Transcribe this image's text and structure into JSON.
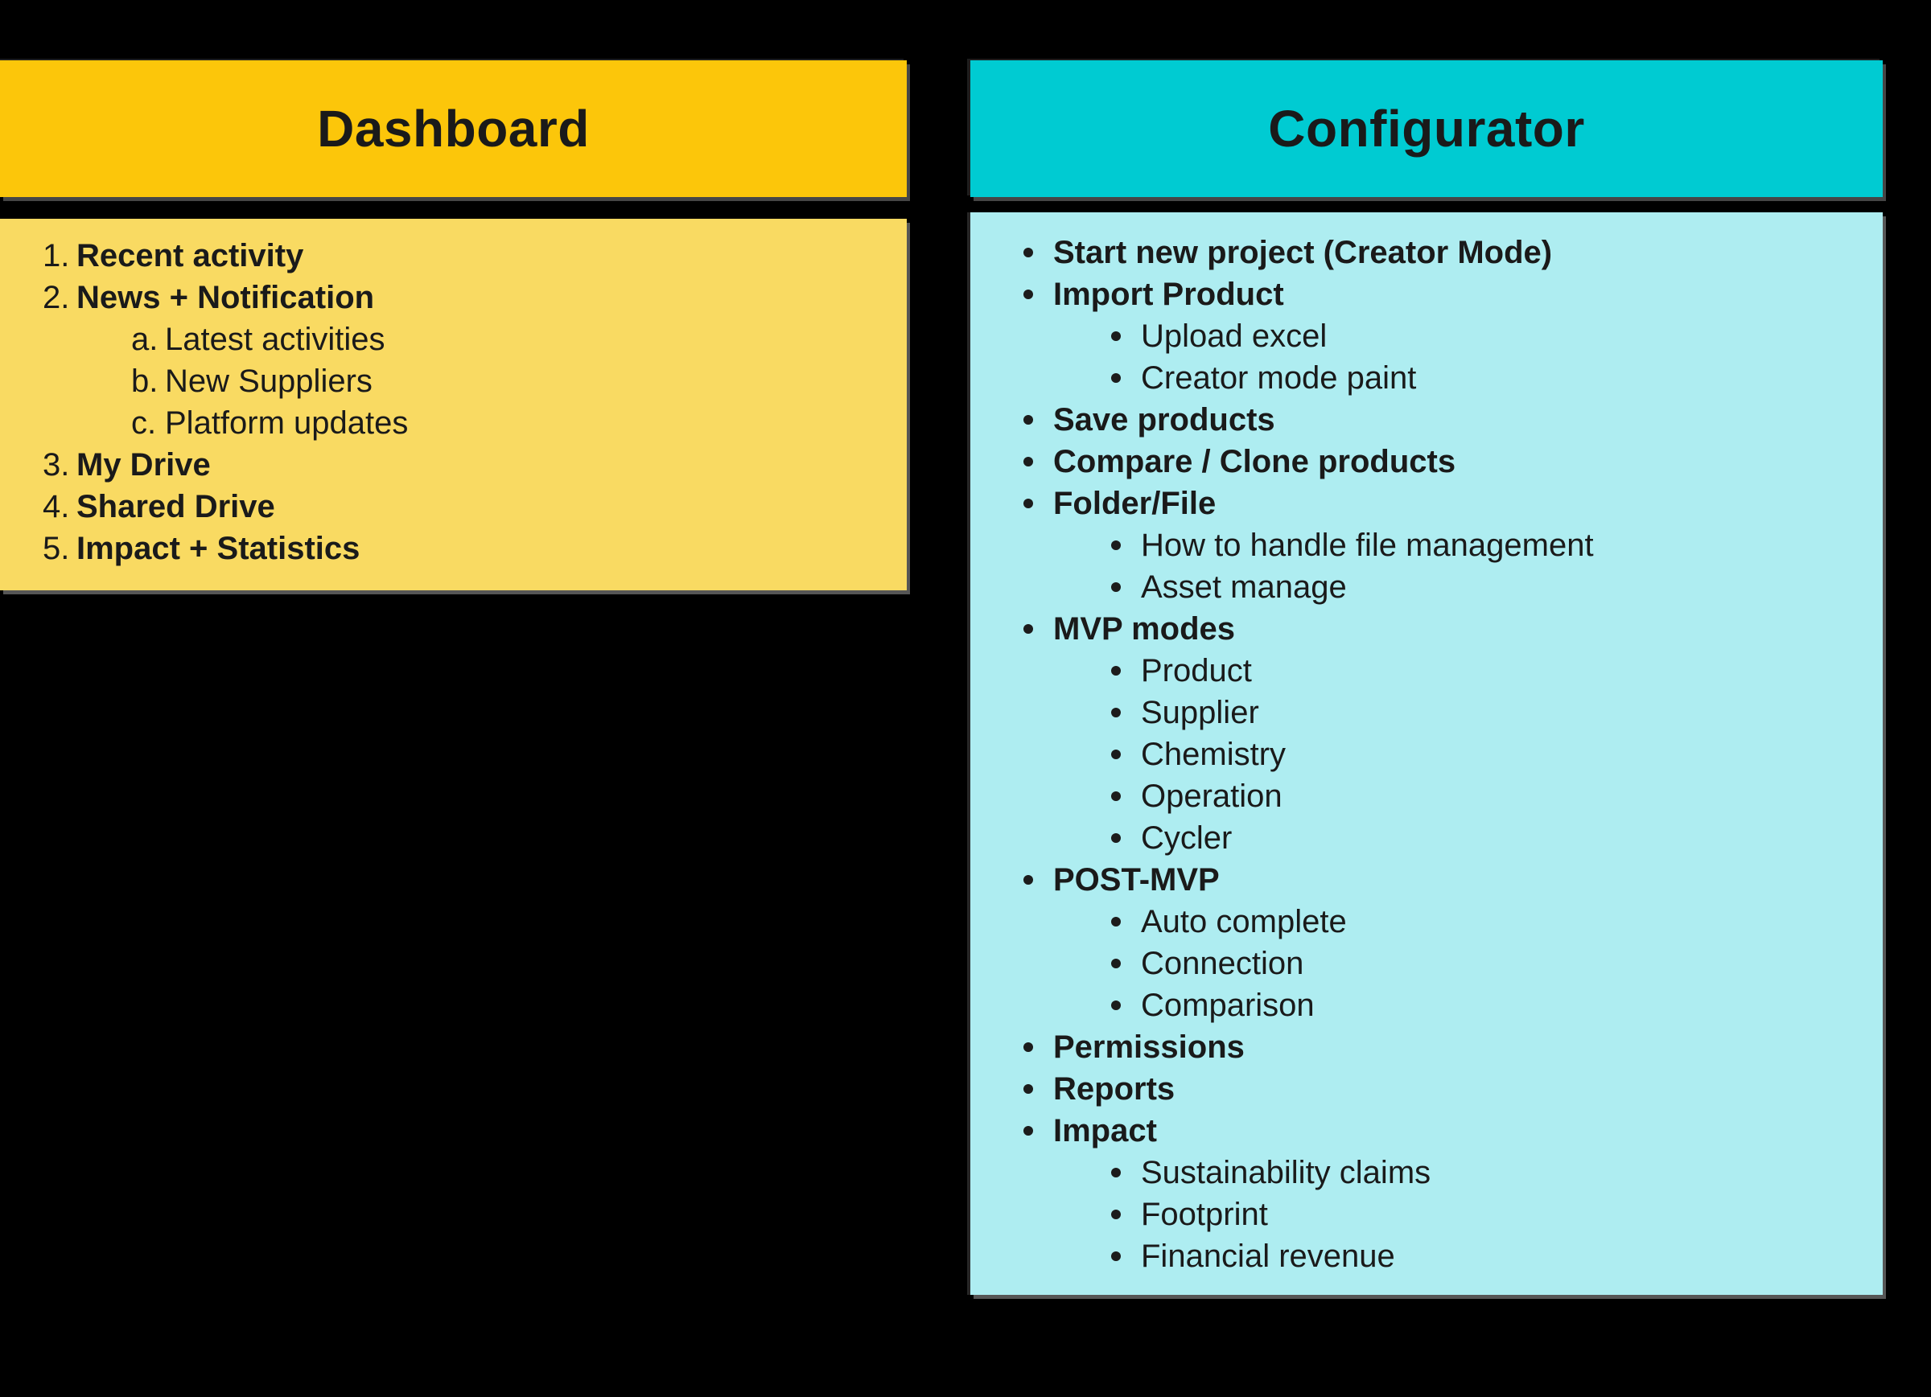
{
  "background_color": "#000000",
  "text_color": "#1a1a1a",
  "dashboard": {
    "title": "Dashboard",
    "header_color": "#fcc60a",
    "body_color": "#f9da62",
    "items": [
      {
        "marker": "1.",
        "label": "Recent activity",
        "level": 1,
        "bold": true
      },
      {
        "marker": "2.",
        "label": "News + Notification",
        "level": 1,
        "bold": true
      },
      {
        "marker": "a.",
        "label": "Latest activities",
        "level": 2,
        "bold": false
      },
      {
        "marker": "b.",
        "label": "New Suppliers",
        "level": 2,
        "bold": false
      },
      {
        "marker": "c.",
        "label": "Platform updates",
        "level": 2,
        "bold": false
      },
      {
        "marker": "3.",
        "label": "My Drive",
        "level": 1,
        "bold": true
      },
      {
        "marker": "4.",
        "label": "Shared Drive",
        "level": 1,
        "bold": true
      },
      {
        "marker": "5.",
        "label": "Impact + Statistics",
        "level": 1,
        "bold": true
      }
    ]
  },
  "configurator": {
    "title": "Configurator",
    "header_color": "#00cbd2",
    "body_color": "#aeedf1",
    "items": [
      {
        "label": "Start new project (Creator Mode)",
        "level": 1,
        "bold": true
      },
      {
        "label": "Import Product",
        "level": 1,
        "bold": true
      },
      {
        "label": "Upload excel",
        "level": 2,
        "bold": false
      },
      {
        "label": "Creator mode paint",
        "level": 2,
        "bold": false
      },
      {
        "label": "Save products",
        "level": 1,
        "bold": true
      },
      {
        "label": "Compare / Clone products",
        "level": 1,
        "bold": true
      },
      {
        "label": "Folder/File",
        "level": 1,
        "bold": true
      },
      {
        "label": "How to handle file management",
        "level": 2,
        "bold": false
      },
      {
        "label": "Asset manage",
        "level": 2,
        "bold": false
      },
      {
        "label": "MVP modes",
        "level": 1,
        "bold": true
      },
      {
        "label": "Product",
        "level": 2,
        "bold": false
      },
      {
        "label": "Supplier",
        "level": 2,
        "bold": false
      },
      {
        "label": "Chemistry",
        "level": 2,
        "bold": false
      },
      {
        "label": "Operation",
        "level": 2,
        "bold": false
      },
      {
        "label": "Cycler",
        "level": 2,
        "bold": false
      },
      {
        "label": "POST-MVP",
        "level": 1,
        "bold": true
      },
      {
        "label": "Auto complete",
        "level": 2,
        "bold": false
      },
      {
        "label": "Connection",
        "level": 2,
        "bold": false
      },
      {
        "label": "Comparison",
        "level": 2,
        "bold": false
      },
      {
        "label": "Permissions",
        "level": 1,
        "bold": true
      },
      {
        "label": "Reports",
        "level": 1,
        "bold": true
      },
      {
        "label": "Impact",
        "level": 1,
        "bold": true
      },
      {
        "label": "Sustainability claims",
        "level": 2,
        "bold": false
      },
      {
        "label": "Footprint",
        "level": 2,
        "bold": false
      },
      {
        "label": "Financial revenue",
        "level": 2,
        "bold": false
      }
    ]
  }
}
